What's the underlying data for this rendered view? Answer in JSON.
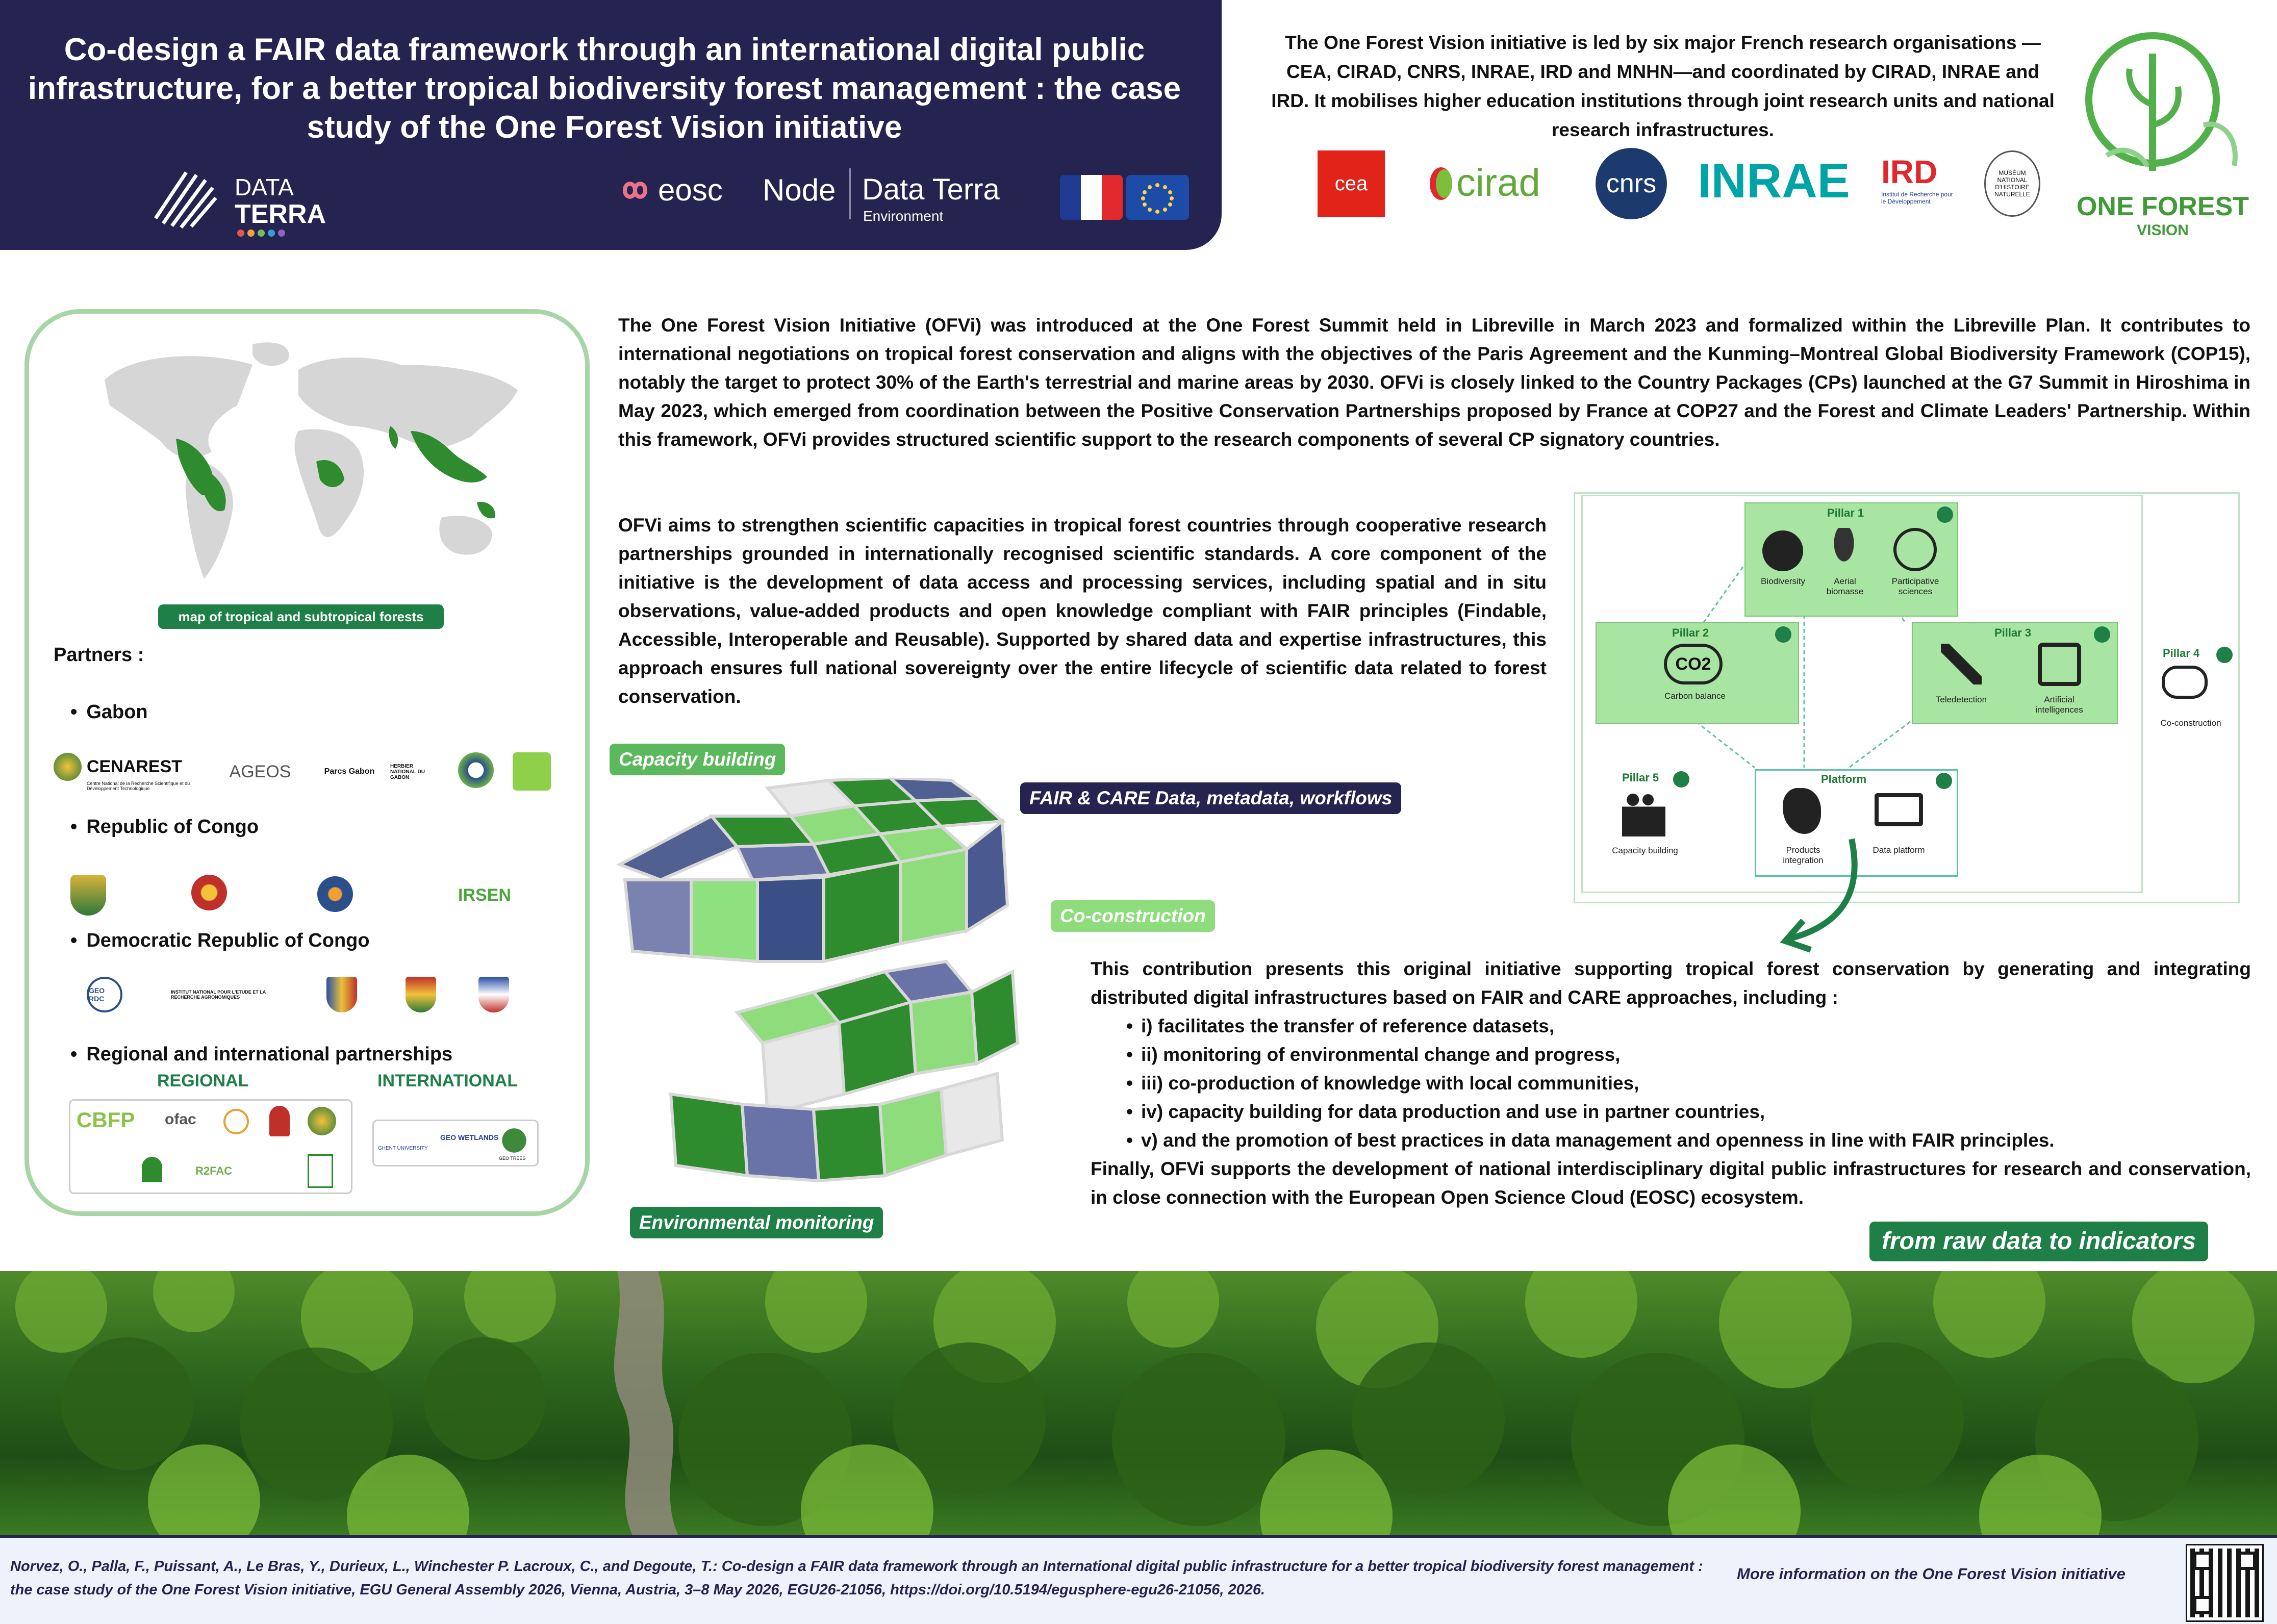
{
  "header": {
    "title": "Co-design a FAIR data framework through an international digital public infrastructure, for a better tropical biodiversity forest management : the case study of the One Forest Vision initiative",
    "logo_dataterra_line1": "DATA",
    "logo_dataterra_line2": "TERRA",
    "logo_eosc": "eosc",
    "logo_node": "Node",
    "logo_dataterra_env": "Data Terra",
    "logo_env_sub": "Environment"
  },
  "intro_top": "The One Forest Vision initiative is led by six major French research organisations —CEA, CIRAD, CNRS, INRAE, IRD and MNHN—and coordinated by CIRAD, INRAE and IRD. It mobilises higher education institutions through joint research units and national research infrastructures.",
  "org_logos": {
    "cea": "cea",
    "cirad": "cirad",
    "cnrs": "cnrs",
    "inrae": "INRAE",
    "ird": "IRD",
    "ird_sub": "Institut de Recherche pour le Développement",
    "mnhn": "MUSÉUM NATIONAL D'HISTOIRE NATURELLE"
  },
  "ofv_logo": {
    "line1": "ONE FOREST",
    "line2": "VISION"
  },
  "partners": {
    "map_caption": "map of tropical and subtropical forests",
    "heading": "Partners :",
    "gabon": "Gabon",
    "congo": "Republic of Congo",
    "drc": "Democratic Republic of Congo",
    "regional_intl": "Regional and international partnerships",
    "regional": "REGIONAL",
    "international": "INTERNATIONAL",
    "logos": {
      "cenarest": "CENAREST",
      "cenarest_sub": "Centre National de la Recherche Scientifique et du Développement Technologique",
      "ageos": "AGEOS",
      "parcs": "Parcs Gabon",
      "herbier": "HERBIER NATIONAL DU GABON",
      "irsen": "IRSEN",
      "geo_rdc": "GEO RDC",
      "inera": "INSTITUT NATIONAL POUR L'ETUDE ET LA RECHERCHE AGRONOMIQUES",
      "cbfp": "CBFP",
      "ofac": "ofac",
      "r2fac": "R2FAC",
      "geo_wetlands": "GEO WETLANDS",
      "ghent": "GHENT UNIVERSITY",
      "trees": "GEO TREES"
    }
  },
  "para1": "The One Forest Vision Initiative (OFVi) was introduced at the One Forest Summit held in Libreville in March 2023 and formalized within the Libreville Plan. It contributes to international negotiations on tropical forest conservation and aligns with the objectives of the Paris Agreement and the Kunming–Montreal Global Biodiversity Framework (COP15), notably the target to protect 30% of the Earth's terrestrial and marine areas by 2030. OFVi is closely linked to the Country Packages (CPs) launched at the G7 Summit in Hiroshima in May 2023, which emerged from coordination between the Positive Conservation Partnerships proposed by France at COP27 and the Forest and Climate Leaders' Partnership. Within this framework, OFVi provides structured scientific support to the research components of several CP signatory countries.",
  "para2": "OFVi aims to strengthen scientific capacities in tropical forest countries through cooperative research partnerships grounded in internationally recognised scientific standards. A core component of the initiative is the development of data access and processing services, including spatial and in situ observations, value-added products and open knowledge compliant with FAIR principles (Findable, Accessible, Interoperable and Reusable). Supported by shared data and expertise infrastructures, this approach ensures full national sovereignty over the entire lifecycle of scientific data related to forest conservation.",
  "cube_tags": {
    "capacity": "Capacity building",
    "fair": "FAIR & CARE Data, metadata, workflows",
    "coconstruction": "Co-construction",
    "monitoring": "Environmental monitoring"
  },
  "diagram": {
    "pillar1": "Pillar 1",
    "p1_labels": [
      "Biodiversity",
      "Aerial biomasse",
      "Participative sciences"
    ],
    "pillar2": "Pillar 2",
    "p2_label": "Carbon balance",
    "pillar3": "Pillar 3",
    "p3_labels": [
      "Teledetection",
      "Artificial intelligences"
    ],
    "pillar4": "Pillar 4",
    "p4_label": "Co-construction",
    "pillar5": "Pillar 5",
    "p5_label": "Capacity building",
    "platform": "Platform",
    "platform_labels": [
      "Products integration",
      "Data platform"
    ],
    "co2": "CO2"
  },
  "contrib": {
    "intro": "This contribution presents this original initiative supporting tropical forest conservation by generating and integrating distributed digital infrastructures based on FAIR and CARE approaches, including :",
    "items": [
      "i) facilitates the transfer of reference datasets,",
      "ii) monitoring of environmental change and progress,",
      "iii) co-production of knowledge with local communities,",
      "iv) capacity building for data production and use in partner countries,",
      "v) and the promotion of best practices in data management and openness in line with FAIR principles."
    ],
    "finally": "Finally, OFVi supports the development of national interdisciplinary digital public infrastructures for research and conservation, in close connection with the European Open Science Cloud (EOSC) ecosystem."
  },
  "raw_to_indicators": "from raw data to indicators",
  "footer": {
    "citation": "Norvez, O., Palla, F., Puissant, A., Le Bras, Y., Durieux, L., Winchester P. Lacroux, C., and Degoute, T.: Co-design a FAIR data framework through an International digital public infrastructure for a better tropical biodiversity forest management : the case study of the One Forest Vision initiative, EGU General Assembly 2026, Vienna, Austria, 3–8 May 2026, EGU26-21056, https://doi.org/10.5194/egusphere-egu26-21056, 2026.",
    "more": "More information on the One Forest Vision initiative"
  },
  "colors": {
    "navy": "#25234f",
    "green_dark": "#1e8046",
    "green_light": "#a8e4a2",
    "panel_border": "#a8d5a6"
  }
}
